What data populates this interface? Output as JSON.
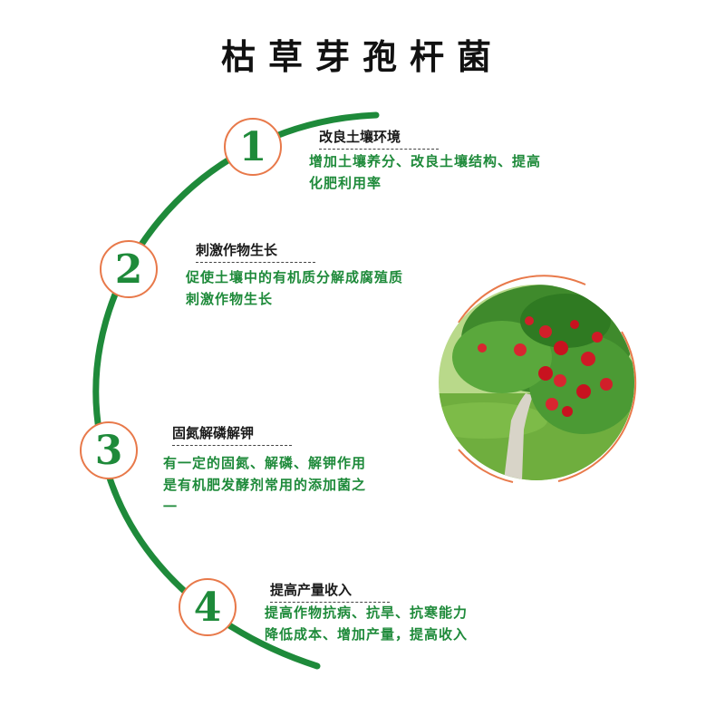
{
  "title": "枯草芽孢杆菌",
  "items": [
    {
      "number": "1",
      "heading": "改良土壤环境",
      "lines": [
        "增加土壤养分、改良土壤结构、提高",
        "化肥利用率"
      ]
    },
    {
      "number": "2",
      "heading": "刺激作物生长",
      "lines": [
        "促使土壤中的有机质分解成腐殖质",
        "刺激作物生长"
      ]
    },
    {
      "number": "3",
      "heading": "固氮解磷解钾",
      "lines": [
        "有一定的固氮、解磷、解钾作用",
        "是有机肥发酵剂常用的添加菌之",
        "一"
      ]
    },
    {
      "number": "4",
      "heading": "提高产量收入",
      "lines": [
        "提高作物抗病、抗旱、抗寒能力",
        "降低成本、增加产量，提高收入"
      ]
    }
  ],
  "colors": {
    "accent_green": "#1e8a3a",
    "accent_orange": "#e8794a"
  },
  "image": {
    "icon": "apple-tree-photo"
  }
}
